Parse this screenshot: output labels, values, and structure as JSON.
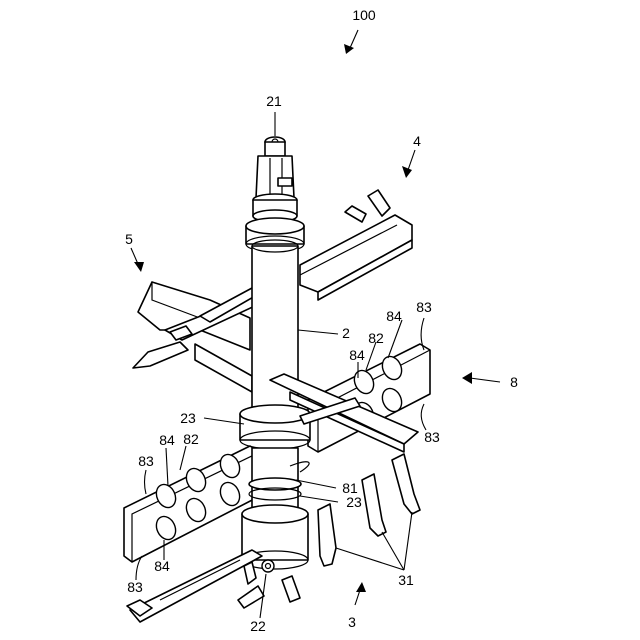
{
  "labels": {
    "assembly": "100",
    "upper_arm": "4",
    "left_arm": "5",
    "side_frame": "8",
    "shaft": "2",
    "shaft_top": "21",
    "shaft_bottom": "22",
    "collar": "23",
    "collar_lower": "23",
    "groove": "81",
    "plate": "82",
    "plate_left": "82",
    "plate_end": "83",
    "plate_end_lower": "83",
    "plate_end_left_top": "83",
    "plate_end_left_bottom": "83",
    "hole_a": "84",
    "hole_b": "84",
    "hole_c": "84",
    "hole_d": "84",
    "fingers": "31",
    "base": "3"
  }
}
